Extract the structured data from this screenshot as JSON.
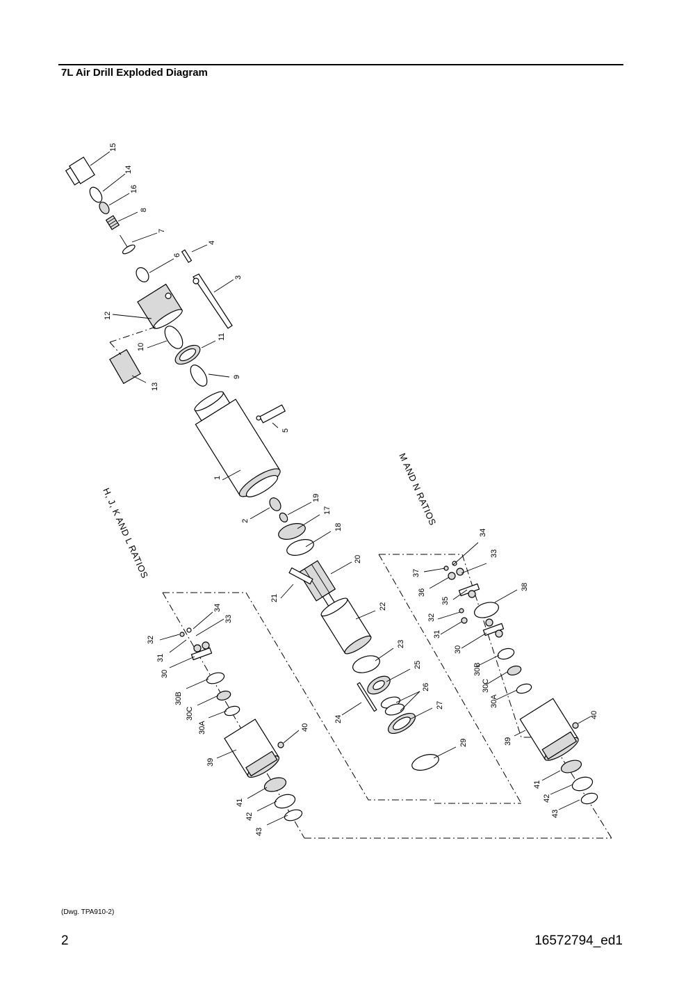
{
  "page": {
    "title": "7L Air Drill Exploded Diagram",
    "drawing_ref": "(Dwg. TPA910-2)",
    "page_number": "2",
    "document_id": "16572794_ed1"
  },
  "diagram": {
    "group_labels": {
      "hjkl": "H, J, K AND L RATIOS",
      "mn": "M AND N RATIOS"
    },
    "callouts": [
      "15",
      "14",
      "16",
      "8",
      "7",
      "4",
      "6",
      "3",
      "12",
      "10",
      "11",
      "13",
      "9",
      "5",
      "1",
      "19",
      "17",
      "2",
      "18",
      "20",
      "21",
      "22",
      "23",
      "25",
      "24",
      "26",
      "27",
      "29",
      "34",
      "33",
      "32",
      "31",
      "30",
      "30B",
      "30C",
      "30A",
      "40",
      "39",
      "41",
      "42",
      "43",
      "37",
      "36",
      "35",
      "38"
    ]
  }
}
